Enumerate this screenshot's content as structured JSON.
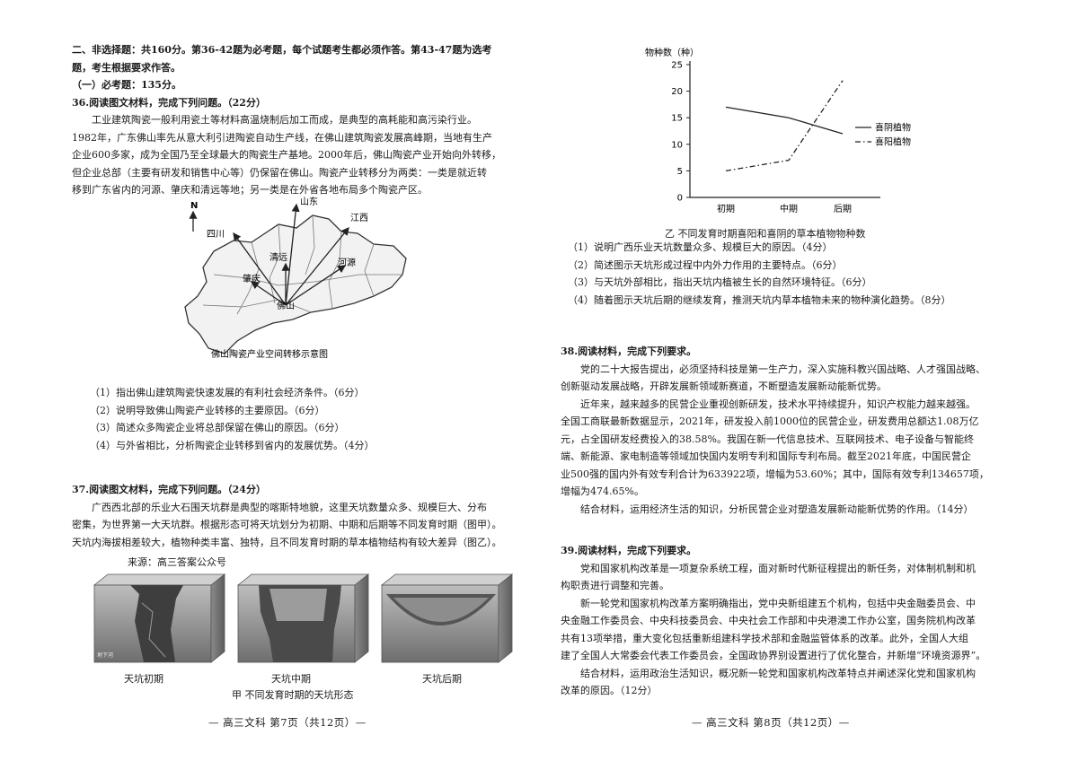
{
  "left": {
    "section_header_line1": "二、非选择题：共160分。第36-42题为必考题，每个试题考生都必须作答。第43-47题为选考",
    "section_header_line2": "题，考生根据要求作答。",
    "required_header": "（一）必考题：135分。",
    "q36": {
      "title": "36.阅读图文材料，完成下列问题。（22分）",
      "para": [
        "工业建筑陶瓷一般利用瓷土等材料高温烧制后加工而成，是典型的高耗能和高污染行业。",
        "1982年，广东佛山率先从意大利引进陶瓷自动生产线，在佛山建筑陶瓷发展高峰期，当地有生产",
        "企业600多家，成为全国乃至全球最大的陶瓷生产基地。2000年后，佛山陶瓷产业开始向外转移，",
        "但企业总部（主要有研发和销售中心等）仍保留在佛山。陶瓷产业转移分为两类：一类是就近转",
        "移到广东省内的河源、肇庆和清远等地；另一类是在外省各地布局多个陶瓷产区。"
      ],
      "map": {
        "north": "N",
        "labels": {
          "shandong": "山东",
          "sichuan": "四川",
          "jiangxi": "江西",
          "qingyuan": "清远",
          "heyuan": "河源",
          "zhaoqing": "肇庆",
          "foshan": "佛山"
        },
        "caption": "佛山陶瓷产业空间转移示意图"
      },
      "questions": [
        "（1）指出佛山建筑陶瓷快速发展的有利社会经济条件。（6分）",
        "（2）说明导致佛山陶瓷产业转移的主要原因。（6分）",
        "（3）简述众多陶瓷企业将总部保留在佛山的原因。（6分）",
        "（4）与外省相比，分析陶瓷企业转移到省内的发展优势。（4分）"
      ]
    },
    "q37": {
      "title": "37.阅读图文材料，完成下列问题。（24分）",
      "para": [
        "广西西北部的乐业大石围天坑群是典型的喀斯特地貌，这里天坑数量众多、规模巨大、分布",
        "密集，为世界第一大天坑群。根据形态可将天坑划分为初期、中期和后期等不同发育时期（图甲）。",
        "天坑内海拔相差较大，植物种类丰富、独特，且不同发育时期的草本植物结构有较大差异（图乙）。"
      ],
      "source": "来源：高三答案公众号",
      "stage_labels": [
        "天坑初期",
        "天坑中期",
        "天坑后期"
      ],
      "small_mark": "地下河",
      "caption": "甲  不同发育时期的天坑形态"
    },
    "footer": "— 高三文科 第7页（共12页）—"
  },
  "right": {
    "chart_caption": "乙  不同发育时期喜阳和喜阴的草本植物物种数",
    "q37_questions": [
      "（1）说明广西乐业天坑数量众多、规模巨大的原因。（4分）",
      "（2）简述图示天坑形成过程中内外力作用的主要特点。（6分）",
      "（3）与天坑外部相比，指出天坑内植被生长的自然环境特征。（6分）",
      "（4）随着图示天坑后期的继续发育，推测天坑内草本植物未来的物种演化趋势。（8分）"
    ],
    "q38": {
      "title": "38.阅读材料，完成下列要求。",
      "lines": [
        {
          "t": "党的二十大报告提出，必须坚持科技是第一生产力，深入实施科教兴国战略、人才强国战略、",
          "i": true
        },
        {
          "t": "创新驱动发展战略，开辟发展新领域新赛道，不断塑造发展新动能新优势。",
          "i": false
        },
        {
          "t": "近年来，越来越多的民营企业重视创新研发，技术水平持续提升，知识产权能力越来越强。",
          "i": true
        },
        {
          "t": "全国工商联最新数据显示，2021年，研发投入前1000位的民营企业，研发费用总额达1.08万亿",
          "i": false
        },
        {
          "t": "元，占全国研发经费投入的38.58%。我国在新一代信息技术、互联网技术、电子设备与智能终",
          "i": false
        },
        {
          "t": "端、新能源、家电制造等领域加快国内发明专利和国际专利布局。截至2021年底，中国民营企",
          "i": false
        },
        {
          "t": "业500强的国内外有效专利合计为633922项，增幅为53.60%；其中，国际有效专利134657项，",
          "i": false
        },
        {
          "t": "增幅为474.65%。",
          "i": false
        },
        {
          "t": "结合材料，运用经济生活的知识，分析民营企业对塑造发展新动能新优势的作用。（14分）",
          "i": true
        }
      ]
    },
    "q39": {
      "title": "39.阅读材料，完成下列要求。",
      "lines": [
        {
          "t": "党和国家机构改革是一项复杂系统工程，面对新时代新征程提出的新任务，对体制机制和机",
          "i": true
        },
        {
          "t": "构职责进行调整和完善。",
          "i": false
        },
        {
          "t": "新一轮党和国家机构改革方案明确指出，党中央新组建五个机构，包括中央金融委员会、中",
          "i": true
        },
        {
          "t": "央金融工作委员会、中央科技委员会、中央社会工作部和中央港澳工作办公室，国务院机构改革",
          "i": false
        },
        {
          "t": "共有13项举措，重大变化包括重新组建科学技术部和金融监管体系的改革。此外，全国人大组",
          "i": false
        },
        {
          "t": "建了全国人大常委会代表工作委员会，全国政协界别设置进行了优化整合，并新增“环境资源界”。",
          "i": false
        },
        {
          "t": "结合材料，运用政治生活知识，概况新一轮党和国家机构改革特点并阐述深化党和国家机构",
          "i": true
        },
        {
          "t": "改革的原因。（12分）",
          "i": false
        }
      ]
    },
    "footer": "— 高三文科 第8页（共12页）—"
  },
  "chart_data": {
    "type": "line",
    "ylabel": "物种数（种）",
    "categories": [
      "初期",
      "中期",
      "后期"
    ],
    "ylim": [
      0,
      25
    ],
    "yticks": [
      0,
      5,
      10,
      15,
      20,
      25
    ],
    "grid": false,
    "legend": "right",
    "series": [
      {
        "name": "喜阴植物",
        "values": [
          17,
          15,
          12
        ],
        "style": "solid"
      },
      {
        "name": "喜阳植物",
        "values": [
          5,
          7,
          22
        ],
        "style": "dashdot"
      }
    ]
  }
}
